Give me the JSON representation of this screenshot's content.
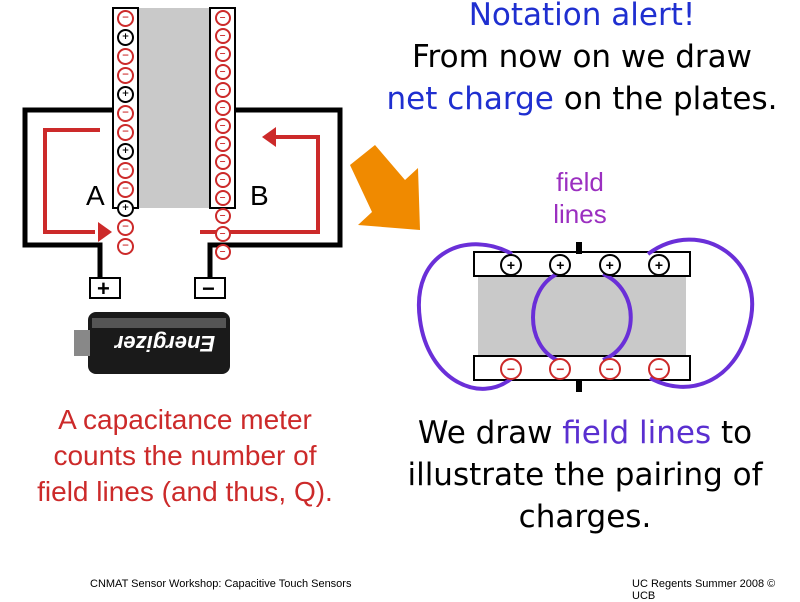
{
  "left_diagram": {
    "label_a": "A",
    "label_b": "B",
    "terminal_plus": "+",
    "terminal_minus": "−",
    "battery_brand": "Energizer",
    "left_plate_charges": [
      "−",
      "+",
      "−",
      "−",
      "+",
      "−",
      "−",
      "+",
      "−",
      "−",
      "+",
      "−",
      "−"
    ],
    "right_plate_charges": [
      "−",
      "−",
      "−",
      "−",
      "−",
      "−",
      "−",
      "−",
      "−",
      "−",
      "−",
      "−",
      "−",
      "−"
    ]
  },
  "notation": {
    "line1": "Notation alert!",
    "line2": "From now on we draw",
    "line3_highlight": "net charge",
    "line3_rest": " on the plates."
  },
  "right_diagram": {
    "field_label_line1": "field",
    "field_label_line2": "lines",
    "top_plate_charges": [
      "+",
      "+",
      "+",
      "+"
    ],
    "bottom_plate_charges": [
      "−",
      "−",
      "−",
      "−"
    ]
  },
  "capacitance_text": "A capacitance meter counts the number of field lines (and thus, Q).",
  "draw_text": {
    "part1": "We draw ",
    "highlight": "field lines",
    "part2": " to illustrate the pairing of charges."
  },
  "footer": {
    "left": "CNMAT Sensor Workshop: Capacitive Touch Sensors",
    "right": "UC Regents Summer 2008 © UCB"
  },
  "colors": {
    "red": "#cc2a2a",
    "orange": "#f08a00",
    "purple": "#6a2fd8",
    "blue": "#1f2fd0",
    "plate_gray": "#c9c9c9"
  }
}
